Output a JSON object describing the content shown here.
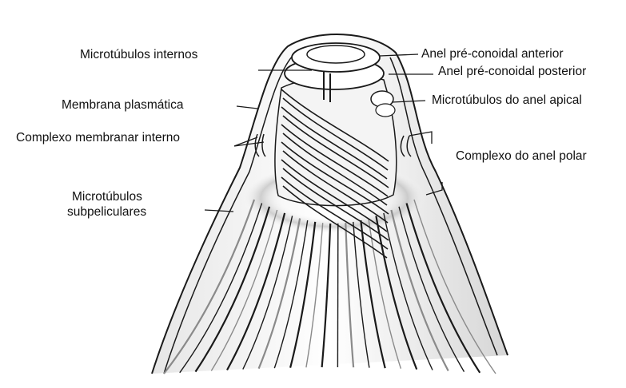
{
  "labels": {
    "microtubulos_internos": "Microtúbulos internos",
    "membrana_plasmatica": "Membrana plasmática",
    "complexo_membranar_interno": "Complexo membranar interno",
    "microtubulos_subpeliculares_1": "Microtúbulos",
    "microtubulos_subpeliculares_2": "subpeliculares",
    "anel_preconoidal_anterior": "Anel pré-conoidal anterior",
    "anel_preconoidal_posterior": "Anel pré-conoidal posterior",
    "microtubulos_anel_apical": "Microtúbulos do anel apical",
    "complexo_anel_polar": "Complexo do anel polar"
  },
  "colors": {
    "ink": "#1a1a1a",
    "shade": "#8a8a8a",
    "paper": "#ffffff"
  }
}
